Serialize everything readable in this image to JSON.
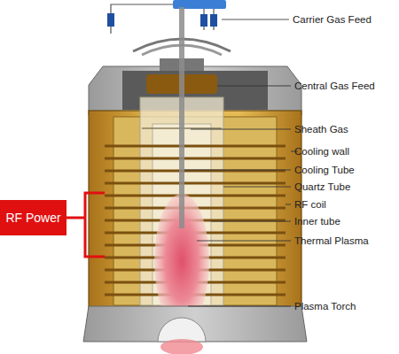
{
  "diagram": {
    "nodes": [
      {
        "text": [
          "RF Power"
        ]
      }
    ],
    "labels": [
      "Carrier Gas Feed",
      "Central Gas Feed",
      "Sheath Gas",
      "Cooling wall",
      "Cooling Tube",
      "Quartz Tube",
      "RF coil",
      "Inner tube",
      "Thermal Plasma",
      "Plasma Torch"
    ]
  }
}
